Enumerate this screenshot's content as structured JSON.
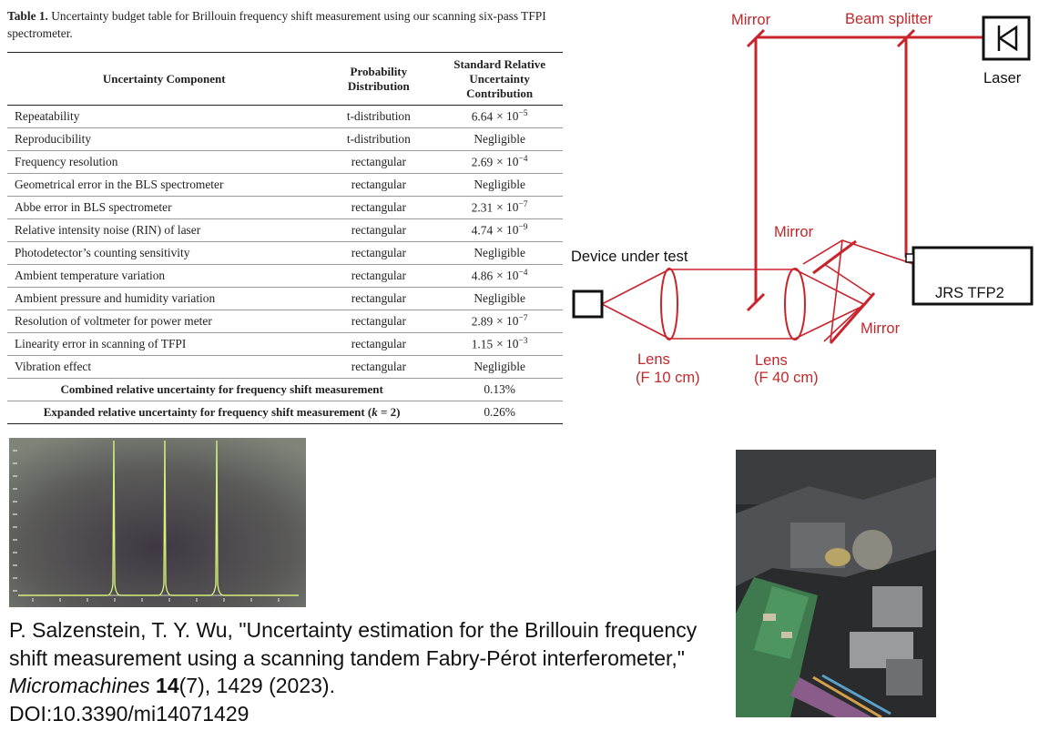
{
  "table": {
    "caption_label": "Table 1.",
    "caption_text": "Uncertainty budget table for Brillouin frequency shift measurement using our scanning six-pass TFPI spectrometer.",
    "headers": {
      "component": "Uncertainty Component",
      "distribution": "Probability Distribution",
      "contribution": "Standard Relative Uncertainty Contribution"
    },
    "rows": [
      {
        "component": "Repeatability",
        "distribution": "t-distribution",
        "mant": "6.64",
        "exp": "−5",
        "text": ""
      },
      {
        "component": "Reproducibility",
        "distribution": "t-distribution",
        "mant": "",
        "exp": "",
        "text": "Negligible"
      },
      {
        "component": "Frequency resolution",
        "distribution": "rectangular",
        "mant": "2.69",
        "exp": "−4",
        "text": ""
      },
      {
        "component": "Geometrical error in the BLS spectrometer",
        "distribution": "rectangular",
        "mant": "",
        "exp": "",
        "text": "Negligible"
      },
      {
        "component": "Abbe error in BLS spectrometer",
        "distribution": "rectangular",
        "mant": "2.31",
        "exp": "−7",
        "text": ""
      },
      {
        "component": "Relative intensity noise (RIN) of laser",
        "distribution": "rectangular",
        "mant": "4.74",
        "exp": "−9",
        "text": ""
      },
      {
        "component": "Photodetector’s counting sensitivity",
        "distribution": "rectangular",
        "mant": "",
        "exp": "",
        "text": "Negligible"
      },
      {
        "component": "Ambient temperature variation",
        "distribution": "rectangular",
        "mant": "4.86",
        "exp": "−4",
        "text": ""
      },
      {
        "component": "Ambient pressure and humidity variation",
        "distribution": "rectangular",
        "mant": "",
        "exp": "",
        "text": "Negligible"
      },
      {
        "component": "Resolution of voltmeter for power meter",
        "distribution": "rectangular",
        "mant": "2.89",
        "exp": "−7",
        "text": ""
      },
      {
        "component": "Linearity error in scanning of TFPI",
        "distribution": "rectangular",
        "mant": "1.15",
        "exp": "−3",
        "text": ""
      },
      {
        "component": "Vibration effect",
        "distribution": "rectangular",
        "mant": "",
        "exp": "",
        "text": "Negligible"
      }
    ],
    "times_ten": "× 10",
    "combined": {
      "label": "Combined relative uncertainty for frequency shift measurement",
      "value": "0.13%"
    },
    "expanded": {
      "label_pre": "Expanded relative uncertainty for frequency shift measurement (",
      "k": "k",
      "label_post": " = 2)",
      "value": "0.26%"
    }
  },
  "diagram": {
    "labels": {
      "mirror_top": "Mirror",
      "beam_splitter": "Beam splitter",
      "laser": "Laser",
      "mirror_mid": "Mirror",
      "device": "Device under test",
      "jrs": "JRS TFP2",
      "mirror_low": "Mirror",
      "lens1_a": "Lens",
      "lens1_b": "(F 10 cm)",
      "lens2_a": "Lens",
      "lens2_b": "(F 40 cm)"
    },
    "colors": {
      "beam": "#c8242c",
      "label": "#c0282c",
      "box": "#111111"
    }
  },
  "citation": {
    "authors_title": "P. Salzenstein, T. Y. Wu, \"Uncertainty estimation for the Brillouin frequency shift measurement using a scanning tandem Fabry-Pérot interferometer,\" ",
    "journal": "Micromachines",
    "volume": "14",
    "rest": "(7), 1429 (2023).",
    "doi": "DOI:10.3390/mi14071429"
  }
}
